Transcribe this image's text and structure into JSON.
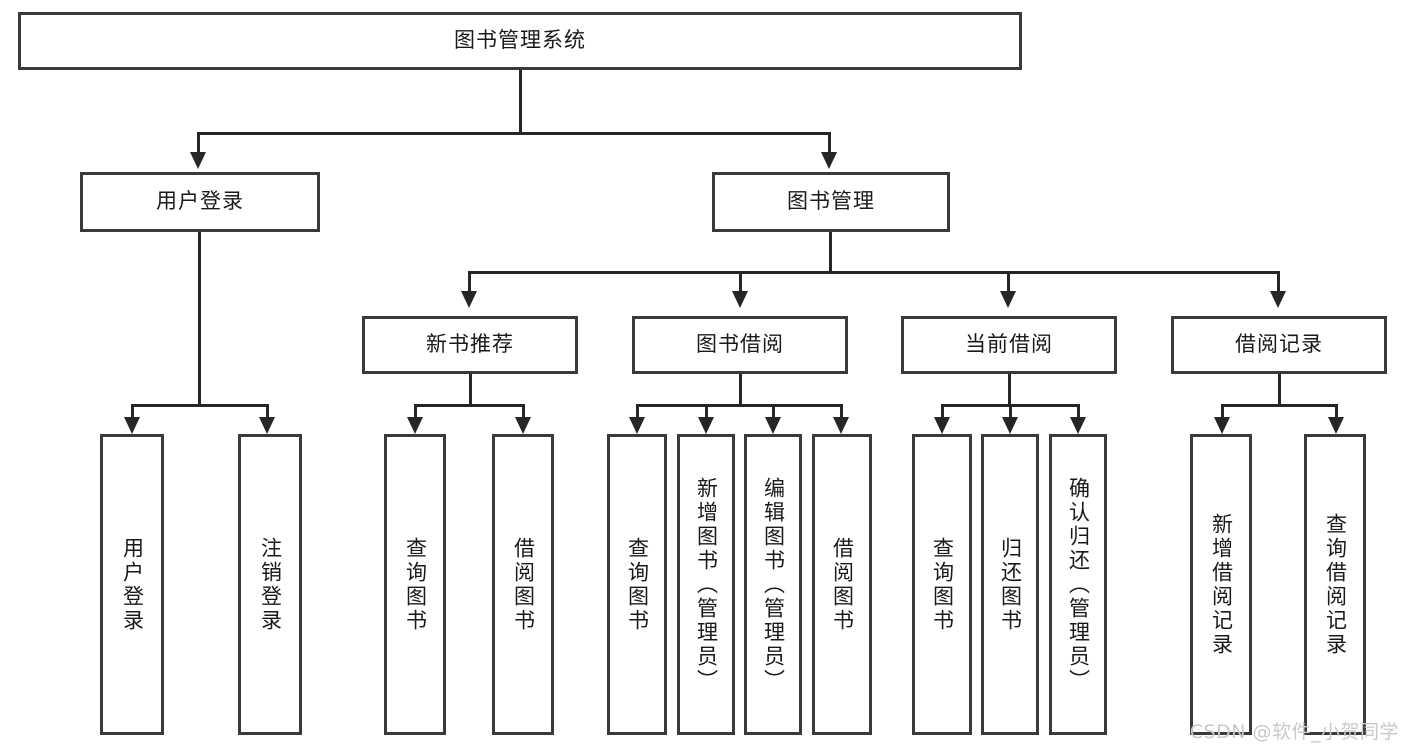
{
  "diagram": {
    "title": "图书管理系统",
    "watermark": "CSDN @软件_小贺同学",
    "root": {
      "label": "图书管理系统"
    },
    "level2": [
      {
        "label": "用户登录"
      },
      {
        "label": "图书管理"
      }
    ],
    "level3": [
      {
        "label": "新书推荐"
      },
      {
        "label": "图书借阅"
      },
      {
        "label": "当前借阅"
      },
      {
        "label": "借阅记录"
      }
    ],
    "leaves": [
      {
        "label": "用户登录"
      },
      {
        "label": "注销登录"
      },
      {
        "label": "查询图书"
      },
      {
        "label": "借阅图书"
      },
      {
        "label": "查询图书"
      },
      {
        "label": "新增图书（管理员）"
      },
      {
        "label": "编辑图书（管理员）"
      },
      {
        "label": "借阅图书"
      },
      {
        "label": "查询图书"
      },
      {
        "label": "归还图书"
      },
      {
        "label": "确认归还（管理员）"
      },
      {
        "label": "新增借阅记录"
      },
      {
        "label": "查询借阅记录"
      }
    ],
    "leaf_groups": [
      {
        "parent": "用户登录",
        "children": [
          "用户登录",
          "注销登录"
        ]
      },
      {
        "parent": "新书推荐",
        "children": [
          "查询图书",
          "借阅图书"
        ]
      },
      {
        "parent": "图书借阅",
        "children": [
          "查询图书",
          "新增图书（管理员）",
          "编辑图书（管理员）",
          "借阅图书"
        ]
      },
      {
        "parent": "当前借阅",
        "children": [
          "查询图书",
          "归还图书",
          "确认归还（管理员）"
        ]
      },
      {
        "parent": "借阅记录",
        "children": [
          "新增借阅记录",
          "查询借阅记录"
        ]
      }
    ],
    "colors": {
      "background": "#ffffff",
      "box_border": "#3a3a3a",
      "connector": "#262626",
      "text": "#1a1a1a",
      "watermark": "#c9c9c9"
    }
  }
}
